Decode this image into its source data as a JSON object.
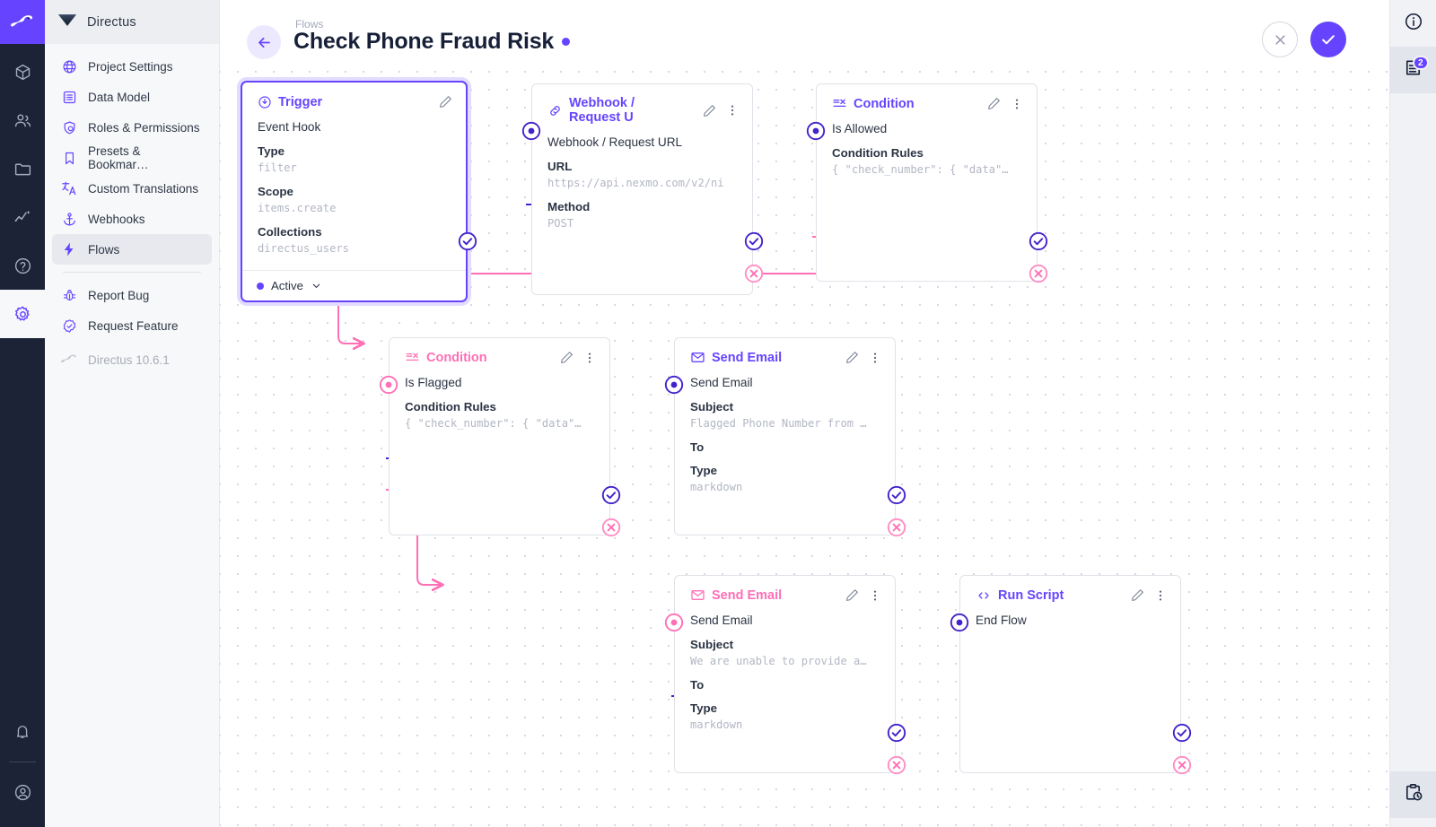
{
  "app": {
    "brand": "Directus",
    "version_label": "Directus 10.6.1"
  },
  "rail": {
    "logo_icon": "directus-rabbit-logo",
    "items": [
      {
        "icon": "box-icon",
        "name": "content"
      },
      {
        "icon": "people-icon",
        "name": "users"
      },
      {
        "icon": "folder-icon",
        "name": "files"
      },
      {
        "icon": "insights-icon",
        "name": "insights"
      },
      {
        "icon": "help-circle-icon",
        "name": "help"
      },
      {
        "icon": "gear-icon",
        "name": "settings"
      }
    ],
    "bottom": [
      {
        "icon": "bell-icon",
        "name": "notifications"
      },
      {
        "icon": "account-circle-icon",
        "name": "account"
      }
    ]
  },
  "sidebar": {
    "title": "Directus",
    "logo_icon": "directus-diamond-icon",
    "items": [
      {
        "label": "Project Settings",
        "icon": "globe-icon",
        "active": false
      },
      {
        "label": "Data Model",
        "icon": "list-box-icon",
        "active": false
      },
      {
        "label": "Roles & Permissions",
        "icon": "shield-account-icon",
        "active": false
      },
      {
        "label": "Presets & Bookmar…",
        "icon": "bookmark-icon",
        "active": false
      },
      {
        "label": "Custom Translations",
        "icon": "translate-icon",
        "active": false
      },
      {
        "label": "Webhooks",
        "icon": "anchor-icon",
        "active": false
      },
      {
        "label": "Flows",
        "icon": "lightning-bolt-icon",
        "active": true
      }
    ],
    "footer_items": [
      {
        "label": "Report Bug",
        "icon": "bug-icon"
      },
      {
        "label": "Request Feature",
        "icon": "check-decagram-icon"
      }
    ],
    "version": "Directus 10.6.1"
  },
  "header": {
    "breadcrumb": "Flows",
    "title": "Check Phone Fraud Risk",
    "status_dot_color": "#6644ff",
    "back_icon": "arrow-left-icon",
    "cancel_label": "×",
    "save_label": "✓"
  },
  "right_rail": {
    "items": [
      {
        "icon": "info-circle-icon",
        "name": "info",
        "badge": null,
        "selected": false
      },
      {
        "icon": "flow-logs-icon",
        "name": "logs",
        "badge": "2",
        "selected": true
      }
    ],
    "bottom": [
      {
        "icon": "clipboard-clock-icon",
        "name": "activity",
        "badge": null,
        "selected": true
      }
    ]
  },
  "flow": {
    "nodes": [
      {
        "id": "trigger",
        "type_label": "Trigger",
        "type_icon": "trigger-bolt-circle-icon",
        "accent": "#6644ff",
        "selected": true,
        "name": "Event Hook",
        "fields": [
          {
            "label": "Type",
            "value": "filter"
          },
          {
            "label": "Scope",
            "value": "items.create"
          },
          {
            "label": "Collections",
            "value": "directus_users"
          }
        ],
        "footer": {
          "status": "Active",
          "chevron_icon": "chevron-down-icon"
        },
        "has_menu": false
      },
      {
        "id": "webhook",
        "type_label": "Webhook / Request U",
        "type_icon": "link-icon",
        "accent": "#6644ff",
        "selected": false,
        "name": "Webhook / Request URL",
        "fields": [
          {
            "label": "URL",
            "value": "https://api.nexmo.com/v2/ni"
          },
          {
            "label": "Method",
            "value": "POST"
          }
        ],
        "has_menu": true
      },
      {
        "id": "cond-allowed",
        "type_label": "Condition",
        "type_icon": "condition-icon",
        "accent": "#6644ff",
        "selected": false,
        "name": "Is Allowed",
        "fields": [
          {
            "label": "Condition Rules",
            "value": "{ \"check_number\": { \"data\"…"
          }
        ],
        "has_menu": true
      },
      {
        "id": "cond-flagged",
        "type_label": "Condition",
        "type_icon": "condition-icon",
        "accent": "#ff6fb5",
        "selected": false,
        "name": "Is Flagged",
        "fields": [
          {
            "label": "Condition Rules",
            "value": "{ \"check_number\": { \"data\"…"
          }
        ],
        "has_menu": true
      },
      {
        "id": "email-flagged",
        "type_label": "Send Email",
        "type_icon": "envelope-icon",
        "accent": "#6644ff",
        "selected": false,
        "name": "Send Email",
        "fields": [
          {
            "label": "Subject",
            "value": "Flagged Phone Number from …"
          },
          {
            "label": "To",
            "value": ""
          },
          {
            "label": "Type",
            "value": "markdown"
          }
        ],
        "has_menu": true
      },
      {
        "id": "email-unable",
        "type_label": "Send Email",
        "type_icon": "envelope-icon",
        "accent": "#ff6fb5",
        "selected": false,
        "name": "Send Email",
        "fields": [
          {
            "label": "Subject",
            "value": "We are unable to provide a…"
          },
          {
            "label": "To",
            "value": ""
          },
          {
            "label": "Type",
            "value": "markdown"
          }
        ],
        "has_menu": true
      },
      {
        "id": "run-script",
        "type_label": "Run Script",
        "type_icon": "code-brackets-icon",
        "accent": "#6644ff",
        "selected": false,
        "name": "End Flow",
        "fields": [],
        "has_menu": true
      }
    ],
    "colors": {
      "resolve": "#4422cc",
      "reject": "#ff6fb5",
      "node_border": "#e0e2e8",
      "grid_dot": "#d6d9e0"
    }
  }
}
